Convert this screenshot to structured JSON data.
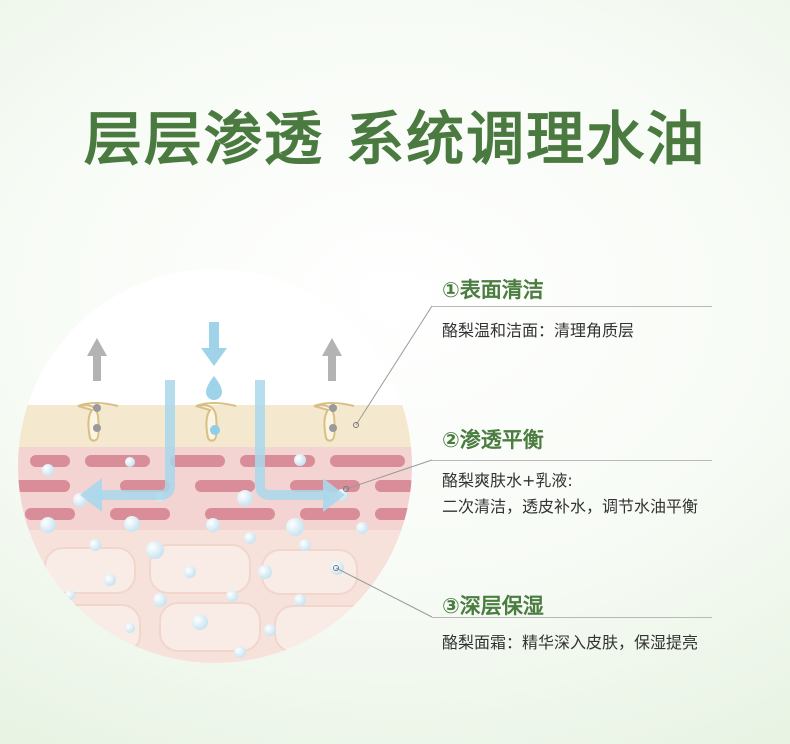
{
  "headline": "层层渗透 系统调理水油",
  "steps": [
    {
      "title": "①表面清洁",
      "lines": [
        "酪梨温和洁面：清理角质层"
      ]
    },
    {
      "title": "②渗透平衡",
      "lines": [
        "酪梨爽肤水+乳液:",
        "二次清洁，透皮补水，调节水油平衡"
      ]
    },
    {
      "title": "③深层保湿",
      "lines": [
        "酪梨面霜：精华深入皮肤，保湿提亮"
      ]
    }
  ],
  "colors": {
    "headline": "#4a7a3f",
    "step_title": "#4b7d41",
    "surface_layer": "#f4e8ce",
    "dermis_layer": "#f3d4d2",
    "deep_layer": "#f6e0d8",
    "fiber": "#d98d98",
    "water_arrow": "#a9d8ec",
    "up_arrow": "#b3b3b3"
  }
}
